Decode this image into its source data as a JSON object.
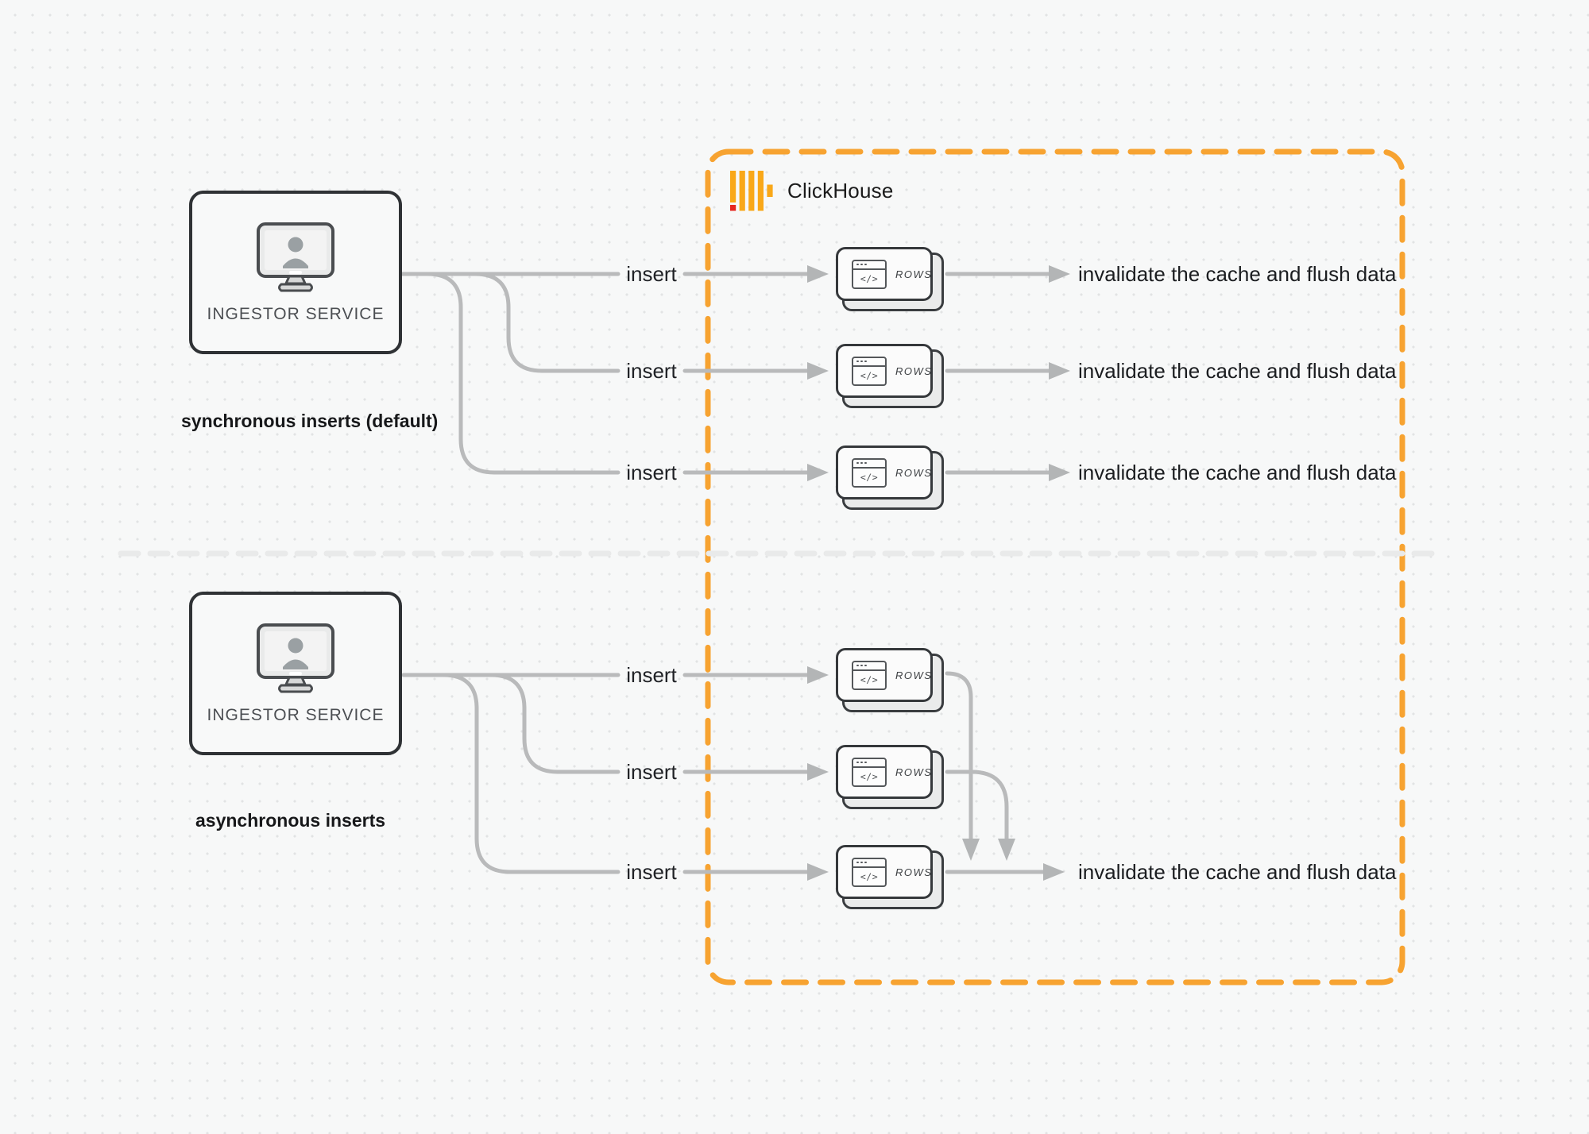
{
  "clickhouse_panel": {
    "brand": "ClickHouse"
  },
  "sync_section": {
    "ingestor_label": "INGESTOR SERVICE",
    "caption": "synchronous inserts (default)",
    "flows": [
      {
        "insert": "insert",
        "card": "ROWS",
        "result": "invalidate the cache and flush data"
      },
      {
        "insert": "insert",
        "card": "ROWS",
        "result": "invalidate the cache and flush data"
      },
      {
        "insert": "insert",
        "card": "ROWS",
        "result": "invalidate the cache and flush data"
      }
    ]
  },
  "async_section": {
    "ingestor_label": "INGESTOR SERVICE",
    "caption": "asynchronous inserts",
    "flows": [
      {
        "insert": "insert",
        "card": "ROWS"
      },
      {
        "insert": "insert",
        "card": "ROWS"
      },
      {
        "insert": "insert",
        "card": "ROWS"
      }
    ],
    "result": "invalidate the cache and flush data"
  },
  "icons": {
    "code_icon_glyph": "</>"
  },
  "colors": {
    "connector": "#b9babb",
    "arrowhead": "#b3b5b6",
    "panel_border": "#f7a331",
    "divider": "#e9eaea",
    "logo_bar": "#f9a819",
    "logo_accent": "#e6261f",
    "canvas_background": "#f7f8f8",
    "dot_grid": "#e2e3e4"
  }
}
